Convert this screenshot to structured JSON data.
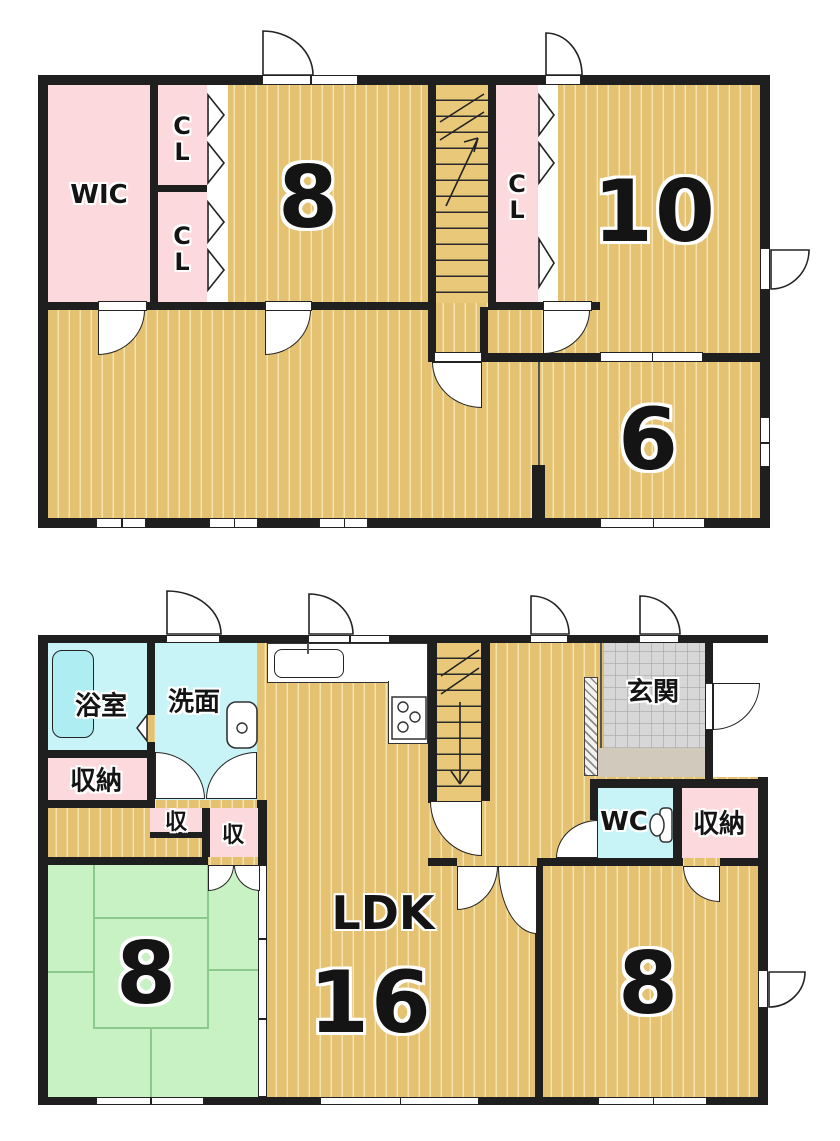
{
  "title": "2-story house floor plan",
  "colors": {
    "floor_wood": "#e5c172",
    "closet_pink": "#fbd9dd",
    "water_cyan": "#c8f3f7",
    "tatami_green": "#c9f2c4",
    "entry_tile": "#d7d7d7",
    "wall": "#1f1f1f"
  },
  "f2": {
    "wic": "WIC",
    "cl_a": "CL",
    "cl_b": "CL",
    "cl_c": "CL",
    "room8": "8",
    "room10": "10",
    "room6": "6"
  },
  "f1": {
    "bath": "浴室",
    "wash": "洗面",
    "storage_a": "収納",
    "sho_a": "収",
    "sho_b": "収",
    "ldk": "LDK",
    "ldk_size": "16",
    "tatami": "8",
    "entrance": "玄関",
    "wc": "WC",
    "storage_b": "収納",
    "room8": "8"
  }
}
